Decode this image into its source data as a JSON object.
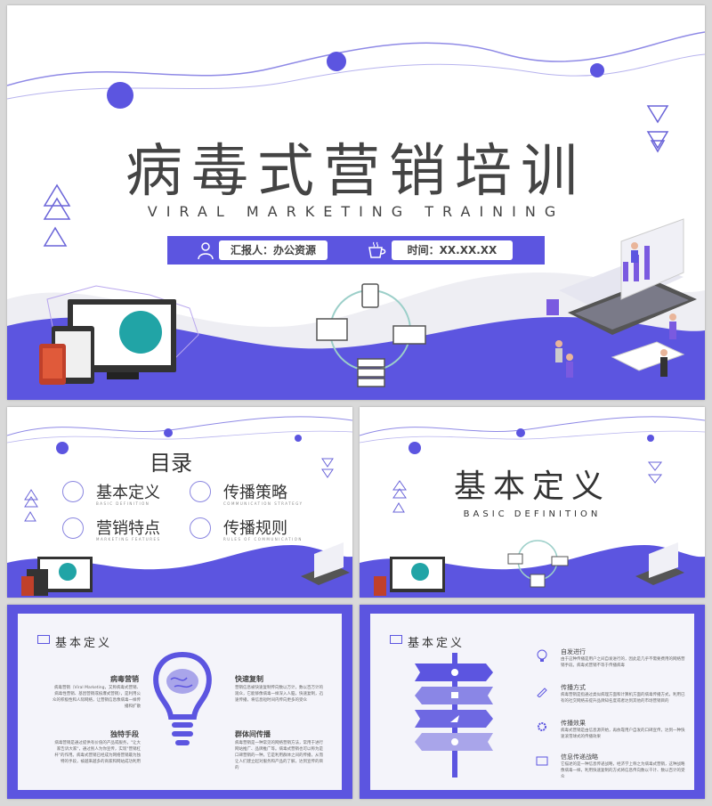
{
  "colors": {
    "accent": "#5c55e0",
    "text": "#444444",
    "light": "#f4f4fa"
  },
  "slide1": {
    "title": "病毒式营销培训",
    "subtitle": "VIRAL MARKETING TRAINING",
    "reporter": "汇报人：办公资源",
    "time": "时间：XX.XX.XX",
    "icons": [
      "person-icon",
      "coffee-cup-icon"
    ]
  },
  "slide2": {
    "title": "目录",
    "items": [
      {
        "zh": "基本定义",
        "en": "BASIC DEFINITION"
      },
      {
        "zh": "传播策略",
        "en": "COMMUNICATION STRATEGY"
      },
      {
        "zh": "营销特点",
        "en": "MARKETING FEATURES"
      },
      {
        "zh": "传播规则",
        "en": "RULES OF COMMUNICATION"
      }
    ]
  },
  "slide3": {
    "title": "基本定义",
    "subtitle": "BASIC DEFINITION"
  },
  "slide4": {
    "header": "基本定义",
    "blocks": [
      {
        "title": "病毒营销",
        "body": "病毒营销（Viral Marketing，又称病毒式营销、病毒性营销、基因营销或核爆式营销），是利用公众的积极性和人际网络，让营销信息像病毒一样传播和扩散"
      },
      {
        "title": "快速复制",
        "body": "营销信息被快速复制传向数以万计，数以百万计的观众，它能够像病毒一样深入人脑，快速复制，迅速传播，将信息短时间内传向更多的受众"
      },
      {
        "title": "独特手段",
        "body": "病毒营销是通过提供有价值的产品或服务，\"让大家告诉大家\"，通过别人为你宣传，实现\"营销杠杆\"的作用。病毒式营销已经成为网络营销最为独特的手段，被越来越多的商家和网站成功利用"
      },
      {
        "title": "群体间传播",
        "body": "病毒营销是一种常见的网络营销方法，常用于进行网站推广、品牌推广等。病毒式营销也可以称为是口碑营销的一种，它是利用群体之间的传播，从而让人们建立起对服务和产品的了解，达到宣传的目的"
      }
    ]
  },
  "slide5": {
    "header": "基本定义",
    "blocks": [
      {
        "title": "自发进行",
        "body": "由于这种传播是用户之间自发进行的，因此是几乎不需要费用的网络营销手段。病毒式营销不等于传播病毒"
      },
      {
        "title": "传播方式",
        "body": "病毒营销是指通过类似病理方面和计算机方面的病毒传播方式，利用已有的社交网络去提升品牌知名度或者达到其他的市场营销目的"
      },
      {
        "title": "传播效果",
        "body": "病毒式营销是由信息源开始，再依靠用户自发的口碑宣传，达到一种快速滚雪球式的传播效果"
      },
      {
        "title": "信息传递战略",
        "body": "它描述的是一种信息传递战略，经济学上称之为病毒式营销，这种战略像病毒一样，利用快速复制的方式将信息传向数以千计、数以百计的受众"
      }
    ]
  }
}
